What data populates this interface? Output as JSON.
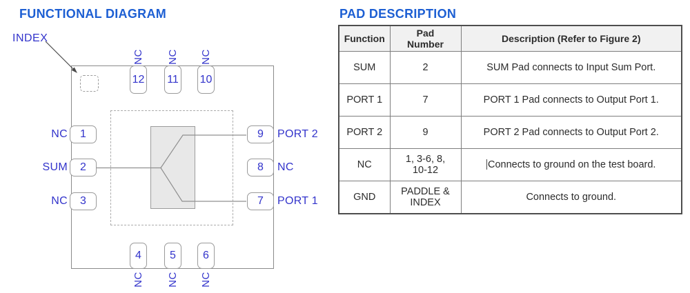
{
  "functional_diagram": {
    "title": "FUNCTIONAL DIAGRAM",
    "index_label": "INDEX",
    "top_pads": [
      {
        "number": "12",
        "signal": "NC"
      },
      {
        "number": "11",
        "signal": "NC"
      },
      {
        "number": "10",
        "signal": "NC"
      }
    ],
    "bottom_pads": [
      {
        "number": "4",
        "signal": "NC"
      },
      {
        "number": "5",
        "signal": "NC"
      },
      {
        "number": "6",
        "signal": "NC"
      }
    ],
    "left_pads": [
      {
        "number": "1",
        "signal": "NC"
      },
      {
        "number": "2",
        "signal": "SUM"
      },
      {
        "number": "3",
        "signal": "NC"
      }
    ],
    "right_pads": [
      {
        "number": "9",
        "signal": "PORT 2"
      },
      {
        "number": "8",
        "signal": "NC"
      },
      {
        "number": "7",
        "signal": "PORT 1"
      }
    ]
  },
  "pad_description": {
    "title": "PAD DESCRIPTION",
    "columns": {
      "function": "Function",
      "pad_number": "Pad\nNumber",
      "description": "Description (Refer to Figure 2)"
    },
    "rows": [
      {
        "function": "SUM",
        "pad_number": "2",
        "description": "SUM Pad connects to Input Sum Port."
      },
      {
        "function": "PORT 1",
        "pad_number": "7",
        "description": "PORT 1 Pad connects to Output Port 1."
      },
      {
        "function": "PORT 2",
        "pad_number": "9",
        "description": "PORT 2 Pad connects to Output Port 2."
      },
      {
        "function": "NC",
        "pad_number": "1, 3-6, 8,\n10-12",
        "description": "Connects to ground on the test board."
      },
      {
        "function": "GND",
        "pad_number": "PADDLE &\nINDEX",
        "description": "Connects to ground."
      }
    ]
  },
  "colors": {
    "heading_blue": "#1d5fd3",
    "diagram_blue": "#3233cb",
    "splitter_block_fill": "#e8e8e8",
    "table_outer_border": "#4d4d4d",
    "table_inner_border": "#7d7d7d",
    "table_header_bg": "#f1f1f1"
  }
}
